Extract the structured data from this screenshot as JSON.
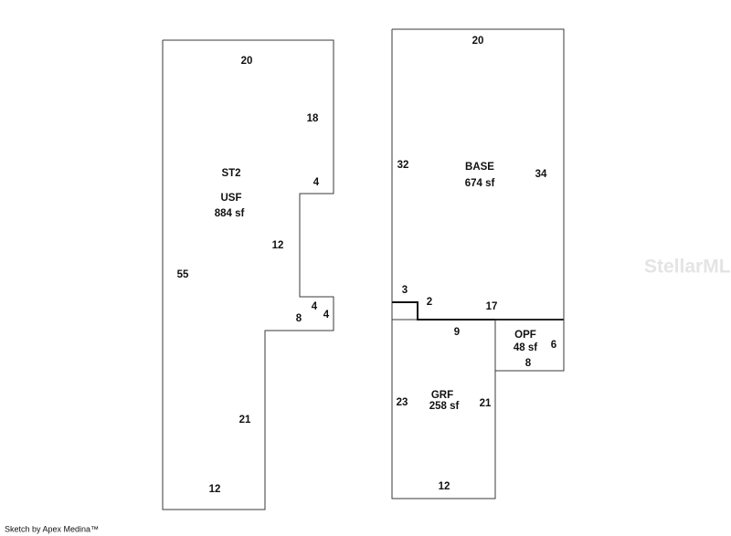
{
  "sketch": {
    "st2": {
      "name": "ST2",
      "area_name": "USF",
      "area": "884 sf",
      "dims": {
        "top": "20",
        "right_upper": "18",
        "notch_top": "4",
        "notch_depth": "12",
        "notch_bottom_a": "4",
        "notch_bottom_b": "4",
        "step": "8",
        "left": "55",
        "right_lower": "21",
        "bottom": "12"
      }
    },
    "base": {
      "name": "BASE",
      "area": "674 sf",
      "dims": {
        "top": "20",
        "left": "32",
        "right": "34",
        "step_a": "3",
        "step_b": "2",
        "bottom": "17"
      }
    },
    "grf": {
      "name": "GRF",
      "area": "258 sf",
      "dims": {
        "top": "9",
        "left": "23",
        "right": "21",
        "bottom": "12"
      }
    },
    "opf": {
      "name": "OPF",
      "area": "48 sf",
      "dims": {
        "right": "6",
        "bottom": "8"
      }
    }
  },
  "watermark": "StellarMLS",
  "footer": "Sketch by Apex Medina™"
}
